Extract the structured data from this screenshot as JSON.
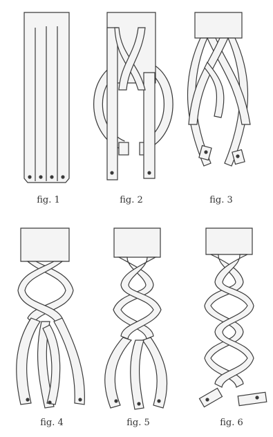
{
  "figures": [
    {
      "label": "fig. 1",
      "stage": 1
    },
    {
      "label": "fig. 2",
      "stage": 2
    },
    {
      "label": "fig. 3",
      "stage": 3
    },
    {
      "label": "fig. 4",
      "stage": 4
    },
    {
      "label": "fig. 5",
      "stage": 5
    },
    {
      "label": "fig. 6",
      "stage": 6
    }
  ],
  "colors": {
    "ink": "#3a3a3a",
    "strand": "#f4f4f4",
    "shade": "#bdbdbd",
    "caption": "#333333"
  }
}
